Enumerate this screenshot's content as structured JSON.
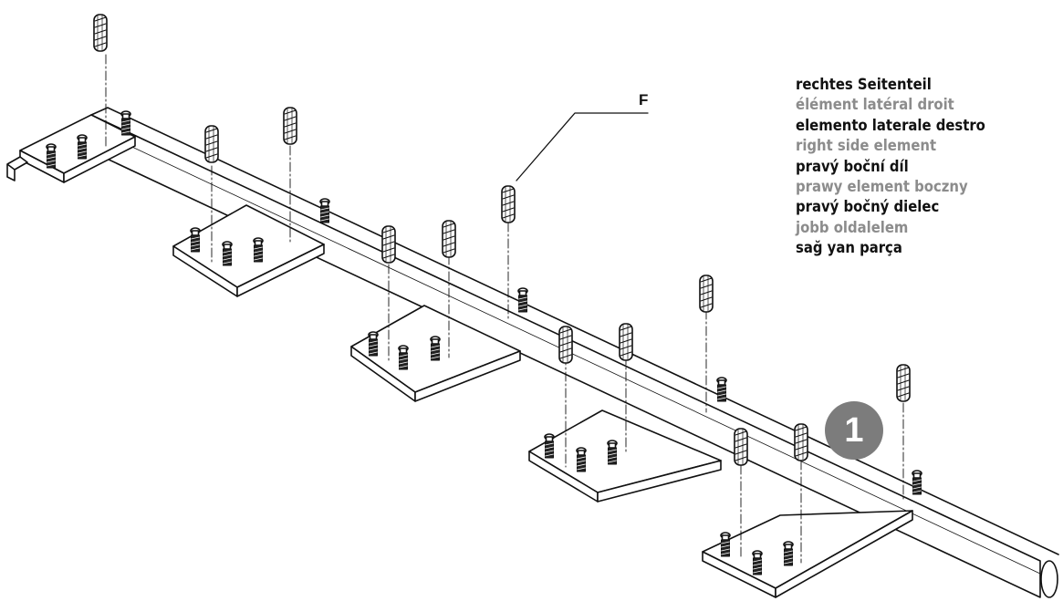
{
  "callout": {
    "letter": "F"
  },
  "step": {
    "number": "1"
  },
  "labels": [
    {
      "text": "rechtes Seitenteil",
      "tone": "dark"
    },
    {
      "text": "élément latéral droit",
      "tone": "grey"
    },
    {
      "text": "elemento laterale destro",
      "tone": "dark"
    },
    {
      "text": "right side element",
      "tone": "grey"
    },
    {
      "text": "pravý boční díl",
      "tone": "dark"
    },
    {
      "text": "prawy element boczny",
      "tone": "grey"
    },
    {
      "text": "pravý bočný dielec",
      "tone": "dark"
    },
    {
      "text": "jobb oldalelem",
      "tone": "grey"
    },
    {
      "text": "sağ yan parça",
      "tone": "dark"
    }
  ],
  "colors": {
    "line": "#111111",
    "badge": "#7c7c7c",
    "label_dark": "#111111",
    "label_grey": "#8c8c8c",
    "background": "#ffffff"
  },
  "icons": {
    "dowel": "wood-dowel-icon",
    "cam_bolt": "cam-bolt-icon"
  }
}
